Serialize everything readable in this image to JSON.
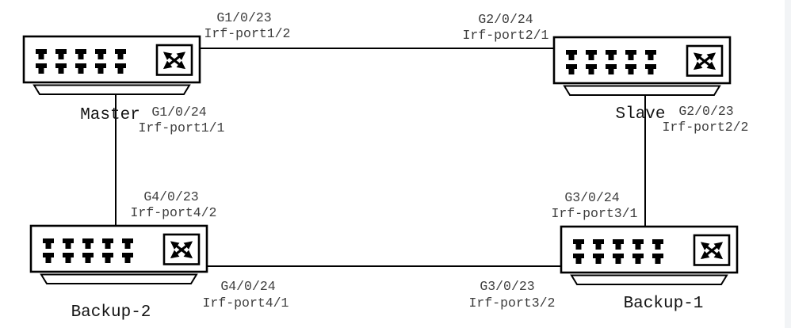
{
  "devices": {
    "master": {
      "name": "Master"
    },
    "slave": {
      "name": "Slave"
    },
    "backup2": {
      "name": "Backup-2"
    },
    "backup1": {
      "name": "Backup-1"
    }
  },
  "port_labels": {
    "master_top": {
      "port": "G1/0/23",
      "irf": "Irf-port1/2"
    },
    "slave_top": {
      "port": "G2/0/24",
      "irf": "Irf-port2/1"
    },
    "master_left": {
      "port": "G1/0/24",
      "irf": "Irf-port1/1"
    },
    "slave_right": {
      "port": "G2/0/23",
      "irf": "Irf-port2/2"
    },
    "backup2_top": {
      "port": "G4/0/23",
      "irf": "Irf-port4/2"
    },
    "backup1_top": {
      "port": "G3/0/24",
      "irf": "Irf-port3/1"
    },
    "backup2_bottom": {
      "port": "G4/0/24",
      "irf": "Irf-port4/1"
    },
    "backup1_bottom": {
      "port": "G3/0/23",
      "irf": "Irf-port3/2"
    }
  },
  "icons": {
    "switch_body": "ethernet-switch-icon",
    "switch_fabric": "crossed-arrows-icon",
    "port": "rj45-port-icon"
  },
  "colors": {
    "line": "#000000",
    "device_label": "#141414",
    "port_label": "#3d3d3d",
    "background": "#ffffff",
    "scrollbar_track": "#f2f4f6"
  }
}
